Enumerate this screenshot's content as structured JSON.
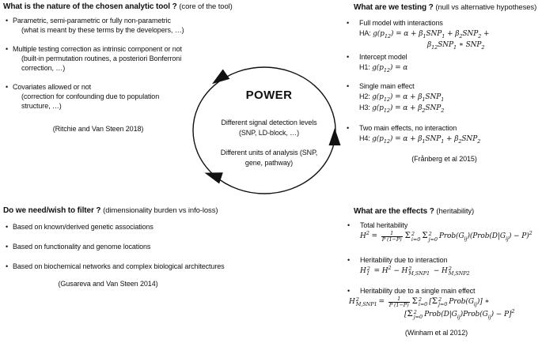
{
  "ui": {
    "bullet": "•"
  },
  "colors": {
    "ink": "#111111",
    "background": "#ffffff"
  },
  "center": {
    "title": "POWER",
    "detection_line1": "Different signal detection levels",
    "detection_line2": "(SNP, LD-block, …)",
    "units_line1": "Different units of analysis (SNP,",
    "units_line2": "gene, pathway)"
  },
  "top_left": {
    "heading": "What is the nature of the chosen analytic tool ?",
    "note": "(core of the tool)",
    "bullets": [
      {
        "text": "Parametric, semi-parametric or fully non-parametric",
        "subs": [
          "(what is meant by these terms by the developers, …)"
        ]
      },
      {
        "text": "Multiple testing correction as intrinsic component or not",
        "subs": [
          "(built-in permutation routines, a posteriori Bonferroni",
          "correction, …)"
        ]
      },
      {
        "text": "Covariates allowed or not",
        "subs": [
          "(correction for confounding due to population",
          "structure, …)"
        ]
      }
    ],
    "citation": "(Ritchie and Van Steen 2018)"
  },
  "top_right": {
    "heading": "What are we testing ?",
    "note": "(null vs alternative hypotheses)",
    "bullets": [
      {
        "label": "Full model with interactions",
        "f1": "HA: <span class='m'>g(p<sub>12</sub>) = α + β<sub>1</sub>SNP<sub>1</sub> + β<sub>2</sub>SNP<sub>2</sub> +</span>",
        "f2": "<span class='m'>β<sub>12</sub>SNP<sub>1</sub> ∗ SNP<sub>2</sub></span>"
      },
      {
        "label": "Intercept model",
        "f1": "H1: <span class='m'>g(p<sub>12</sub>) = α</span>"
      },
      {
        "label": "Single main effect",
        "f1": "H2: <span class='m'>g(p<sub>12</sub>) = α + β<sub>1</sub>SNP<sub>1</sub></span>",
        "f2": "H3: <span class='m'>g(p<sub>12</sub>) = α + β<sub>2</sub>SNP<sub>2</sub></span>"
      },
      {
        "label": "Two main effects, no interaction",
        "f1": "H4: <span class='m'>g(p<sub>12</sub>) = α + β<sub>1</sub>SNP<sub>1</sub> + β<sub>2</sub>SNP<sub>2</sub></span>"
      }
    ],
    "citation": "(Frånberg et al 2015)"
  },
  "bottom_left": {
    "heading": "Do we need/wish to filter ?",
    "note": "(dimensionality burden vs info-loss)",
    "bullets": [
      {
        "text": "Based on known/derived genetic associations"
      },
      {
        "text": "Based on functionality and genome locations"
      },
      {
        "text": "Based on biochemical networks and complex biological architectures"
      }
    ],
    "citation": "(Gusareva and Van Steen 2014)"
  },
  "bottom_right": {
    "heading": "What are the effects ?",
    "note": "(heritability)",
    "bullets": [
      {
        "label": "Total heritability",
        "f1": "<span class='m'>H<sup>2</sup> = <span class='frac'><span>1</span><span class='fd'>P (1−P)</span></span><span class='up'>Σ</span><span class='ss'><span>2</span><span>i=0</span></span><span class='up'>Σ</span><span class='ss'><span>2</span><span>j=0</span></span>Prob(G<sub>ij</sub>)(Prob(D|G<sub>ij</sub>) − P)<sup>2</sup></span>"
      },
      {
        "label": "Heritability due to interaction",
        "f1": "<span class='m'>H<span class='ss'><span>2</span><span>I</span></span> = H<sup>2</sup> − H<span class='ss'><span>2</span><span>M,SNP1</span></span> − H<span class='ss'><span>2</span><span>M,SNP2</span></span></span>"
      },
      {
        "label": "Heritability due to a single main effect",
        "f1": "<span class='m'>H<span class='ss'><span>2</span><span>M,SNP1</span></span>= <span class='frac'><span>1</span><span class='fd'>P (1−P)</span></span><span class='up'>Σ</span><span class='ss'><span>2</span><span>i=0</span></span>[<span class='up'>Σ</span><span class='ss'><span>2</span><span>j=0</span></span>Prob(G<sub>ij</sub>)] ∗</span>",
        "f2": "<span class='m'>[<span class='up'>Σ</span><span class='ss'><span>2</span><span>j=0</span></span>Prob(D|G<sub>ij</sub>)Prob(G<sub>ij</sub>) − P]<sup>2</sup></span>"
      }
    ],
    "citation": "(Winham et al 2012)"
  }
}
